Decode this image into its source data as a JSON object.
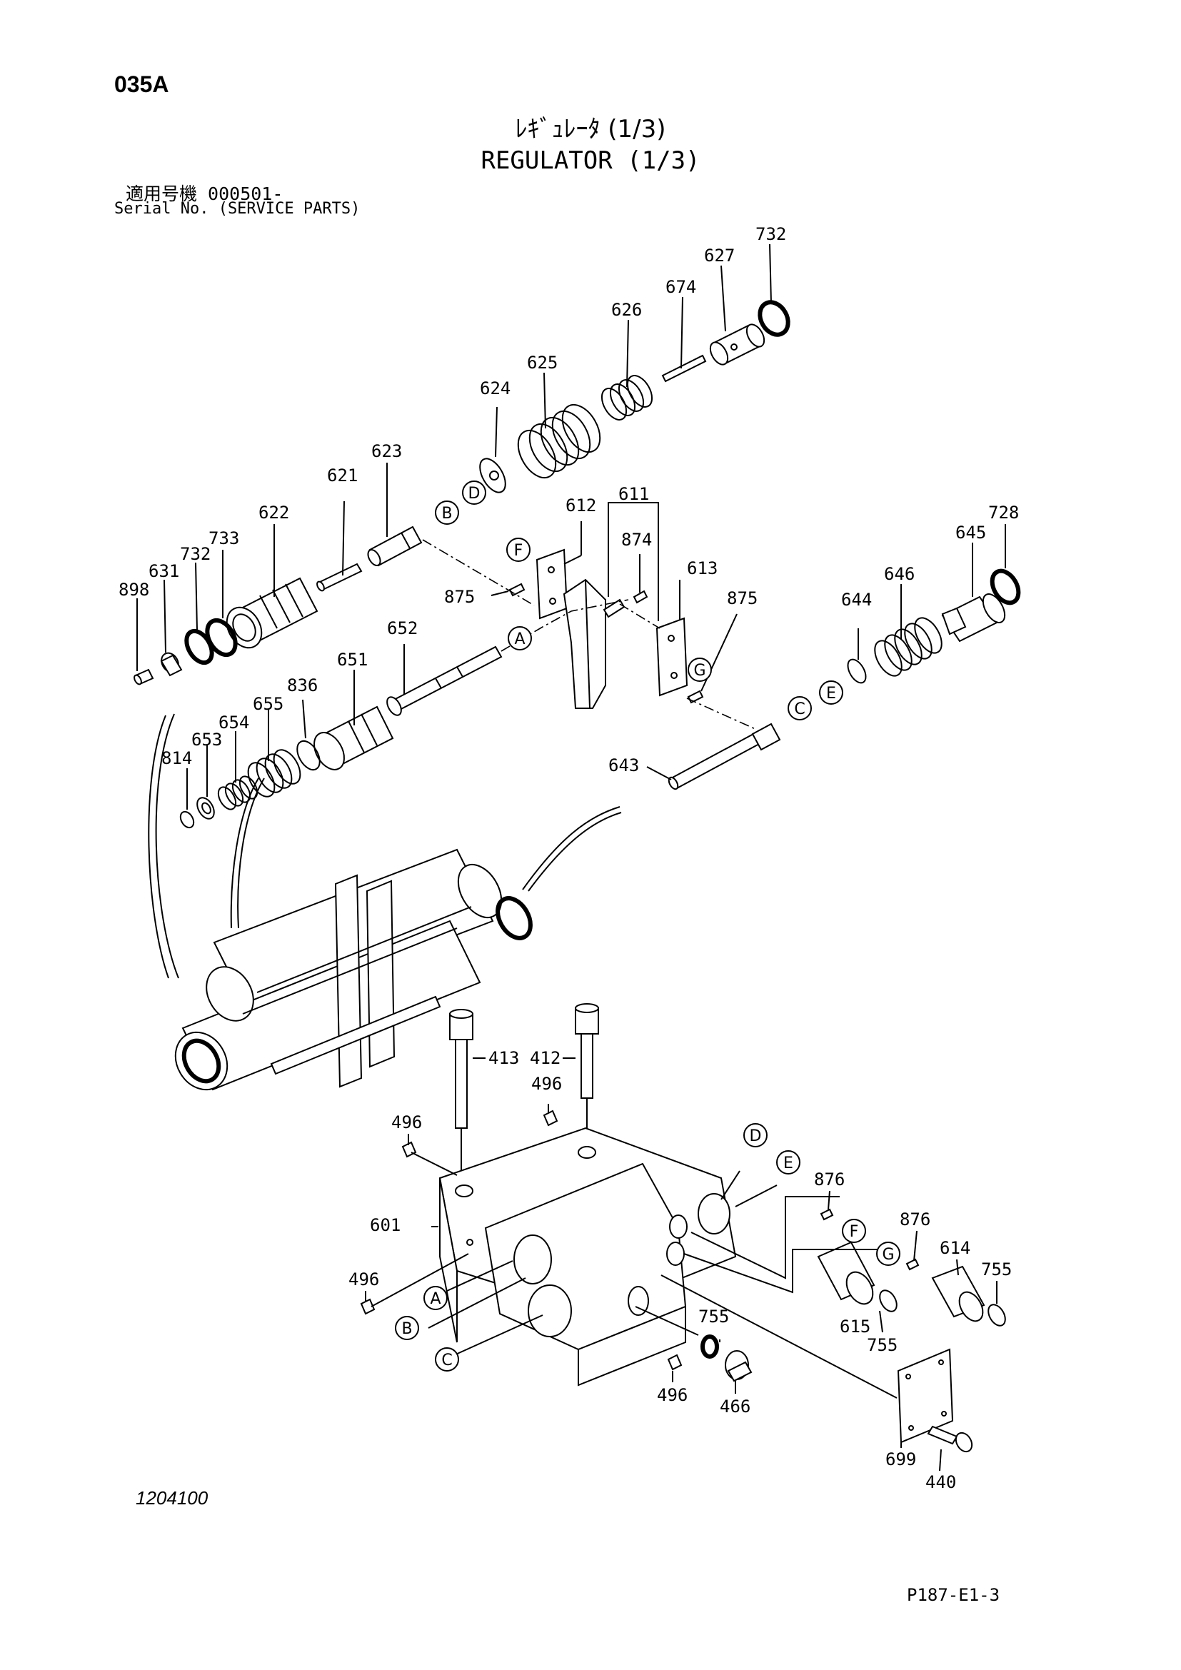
{
  "header": {
    "page_code": "035A",
    "title_jp": "ﾚｷﾞｭﾚｰﾀ (1/3)",
    "title_en": "REGULATOR (1/3)",
    "serial_jp": "適用号機  000501-",
    "serial_en": "Serial No. (SERVICE PARTS)"
  },
  "footer": {
    "drawing_number": "1204100",
    "page_ref": "P187-E1-3"
  },
  "part_numbers": [
    {
      "id": "732a",
      "label": "732"
    },
    {
      "id": "627",
      "label": "627"
    },
    {
      "id": "674",
      "label": "674"
    },
    {
      "id": "626",
      "label": "626"
    },
    {
      "id": "625",
      "label": "625"
    },
    {
      "id": "624",
      "label": "624"
    },
    {
      "id": "623",
      "label": "623"
    },
    {
      "id": "621",
      "label": "621"
    },
    {
      "id": "622",
      "label": "622"
    },
    {
      "id": "733",
      "label": "733"
    },
    {
      "id": "732b",
      "label": "732"
    },
    {
      "id": "631",
      "label": "631"
    },
    {
      "id": "898",
      "label": "898"
    },
    {
      "id": "612",
      "label": "612"
    },
    {
      "id": "611",
      "label": "611"
    },
    {
      "id": "874",
      "label": "874"
    },
    {
      "id": "613",
      "label": "613"
    },
    {
      "id": "875a",
      "label": "875"
    },
    {
      "id": "875b",
      "label": "875"
    },
    {
      "id": "652",
      "label": "652"
    },
    {
      "id": "651",
      "label": "651"
    },
    {
      "id": "836",
      "label": "836"
    },
    {
      "id": "655",
      "label": "655"
    },
    {
      "id": "654",
      "label": "654"
    },
    {
      "id": "653",
      "label": "653"
    },
    {
      "id": "814",
      "label": "814"
    },
    {
      "id": "728",
      "label": "728"
    },
    {
      "id": "645",
      "label": "645"
    },
    {
      "id": "646",
      "label": "646"
    },
    {
      "id": "644",
      "label": "644"
    },
    {
      "id": "643",
      "label": "643"
    },
    {
      "id": "413",
      "label": "413"
    },
    {
      "id": "412",
      "label": "412"
    },
    {
      "id": "496a",
      "label": "496"
    },
    {
      "id": "496b",
      "label": "496"
    },
    {
      "id": "601",
      "label": "601"
    },
    {
      "id": "496c",
      "label": "496"
    },
    {
      "id": "876a",
      "label": "876"
    },
    {
      "id": "876b",
      "label": "876"
    },
    {
      "id": "614",
      "label": "614"
    },
    {
      "id": "755a",
      "label": "755"
    },
    {
      "id": "755b",
      "label": "755"
    },
    {
      "id": "615",
      "label": "615"
    },
    {
      "id": "755c",
      "label": "755"
    },
    {
      "id": "496d",
      "label": "496"
    },
    {
      "id": "466",
      "label": "466"
    },
    {
      "id": "699",
      "label": "699"
    },
    {
      "id": "440",
      "label": "440"
    }
  ],
  "reference_markers": [
    {
      "id": "B1",
      "label": "B"
    },
    {
      "id": "D1",
      "label": "D"
    },
    {
      "id": "F1",
      "label": "F"
    },
    {
      "id": "A1",
      "label": "A"
    },
    {
      "id": "G1",
      "label": "G"
    },
    {
      "id": "C1",
      "label": "C"
    },
    {
      "id": "E1",
      "label": "E"
    },
    {
      "id": "D2",
      "label": "D"
    },
    {
      "id": "E2",
      "label": "E"
    },
    {
      "id": "F2",
      "label": "F"
    },
    {
      "id": "G2",
      "label": "G"
    },
    {
      "id": "A2",
      "label": "A"
    },
    {
      "id": "B2",
      "label": "B"
    },
    {
      "id": "C2",
      "label": "C"
    }
  ]
}
